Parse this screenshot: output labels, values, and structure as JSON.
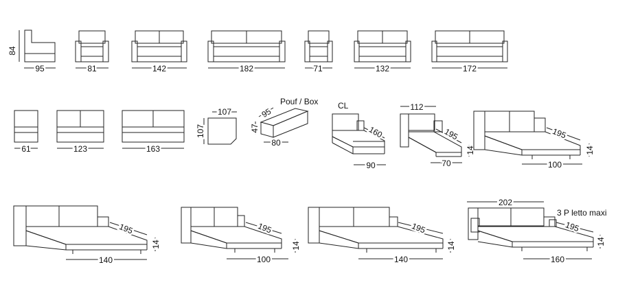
{
  "dims": {
    "r1_h": "84",
    "r1_a": "95",
    "r1_b": "81",
    "r1_c": "142",
    "r1_d": "182",
    "r1_e": "71",
    "r1_f": "132",
    "r1_g": "172",
    "r2_a": "61",
    "r2_b": "123",
    "r2_c": "163",
    "corner_w": "107",
    "corner_h": "107",
    "pouf_w": "80",
    "pouf_d": "95",
    "pouf_h": "47",
    "cl_w": "90",
    "cl_l": "160",
    "b1_top": "112",
    "b1_l": "195",
    "b1_w": "70",
    "b1_h": "14",
    "b2_l": "195",
    "b2_w": "100",
    "b2_h": "14",
    "b3_l": "195",
    "b3_w": "140",
    "b3_h": "14",
    "b4_l": "195",
    "b4_w": "100",
    "b4_h": "14",
    "b5_l": "195",
    "b5_w": "140",
    "b5_h": "14",
    "b6_top": "202",
    "b6_l": "195",
    "b6_w": "160",
    "b6_h": "14"
  },
  "labels": {
    "pouf": "Pouf / Box",
    "cl": "CL",
    "maxi": "3 P letto maxi"
  }
}
